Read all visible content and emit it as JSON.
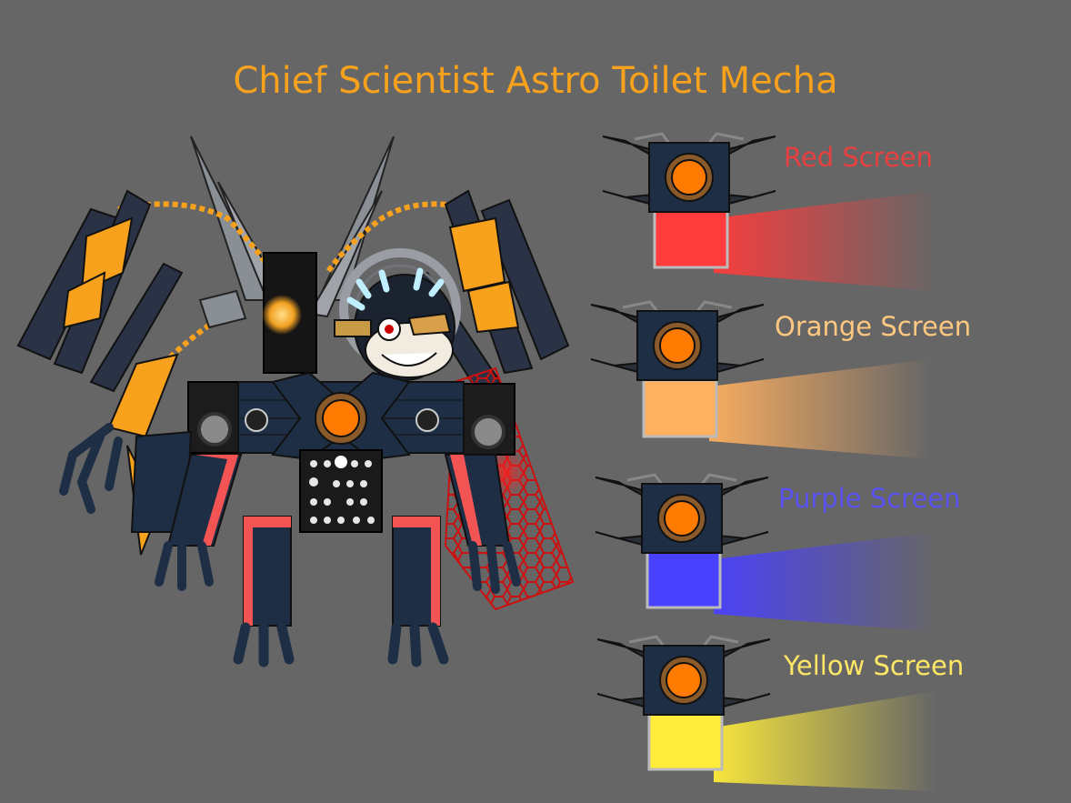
{
  "title": "Chief Scientist Astro Toilet Mecha",
  "screens": [
    {
      "label": "Red Screen",
      "color": "#ff3b3b",
      "text_color": "#e84040"
    },
    {
      "label": "Orange Screen",
      "color": "#ffb060",
      "text_color": "#ffc880"
    },
    {
      "label": "Purple Screen",
      "color": "#4a40ff",
      "text_color": "#5a52f0"
    },
    {
      "label": "Yellow Screen",
      "color": "#ffec3a",
      "text_color": "#ffe766"
    }
  ],
  "palette": {
    "background": "#666666",
    "armor": "#1e2f45",
    "accent": "#f7a11c",
    "core": "#ff7a00",
    "leg_stripe": "#f25454"
  }
}
